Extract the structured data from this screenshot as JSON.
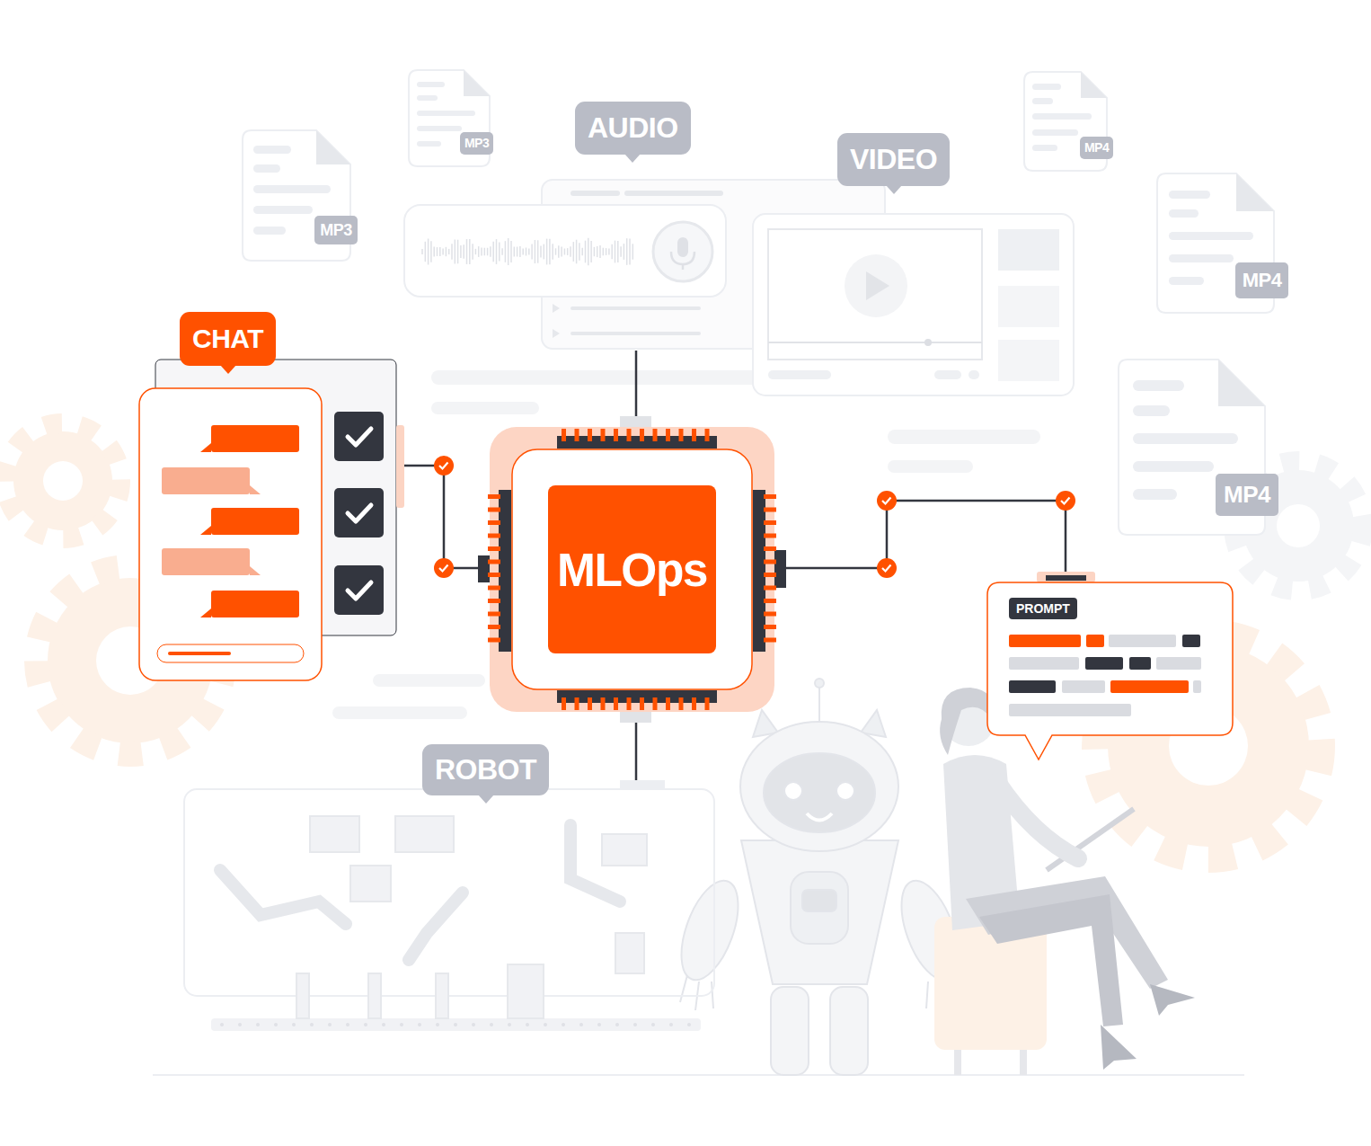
{
  "diagram": {
    "nodes": [
      {
        "text": [
          "MP3"
        ]
      },
      {
        "text": [
          "AUDIO"
        ]
      },
      {
        "text": [
          "MP4"
        ]
      },
      {
        "text": [
          "MP3"
        ]
      },
      {
        "text": [
          "VIDEO"
        ]
      },
      {
        "text": [
          "MP4"
        ]
      },
      {
        "text": [
          "CHAT"
        ]
      },
      {
        "text": [
          "MP4"
        ]
      },
      {
        "text": [
          "MLOps"
        ]
      },
      {
        "text": [
          "PROMPT"
        ]
      },
      {
        "text": [
          "ROBOT"
        ]
      }
    ],
    "edges": [
      {
        "from": 6,
        "to": 8,
        "arrow": "none"
      },
      {
        "from": 8,
        "to": 9,
        "arrow": "none"
      },
      {
        "from": 1,
        "to": 8,
        "arrow": "none"
      },
      {
        "from": 8,
        "to": 10,
        "arrow": "none"
      }
    ]
  }
}
